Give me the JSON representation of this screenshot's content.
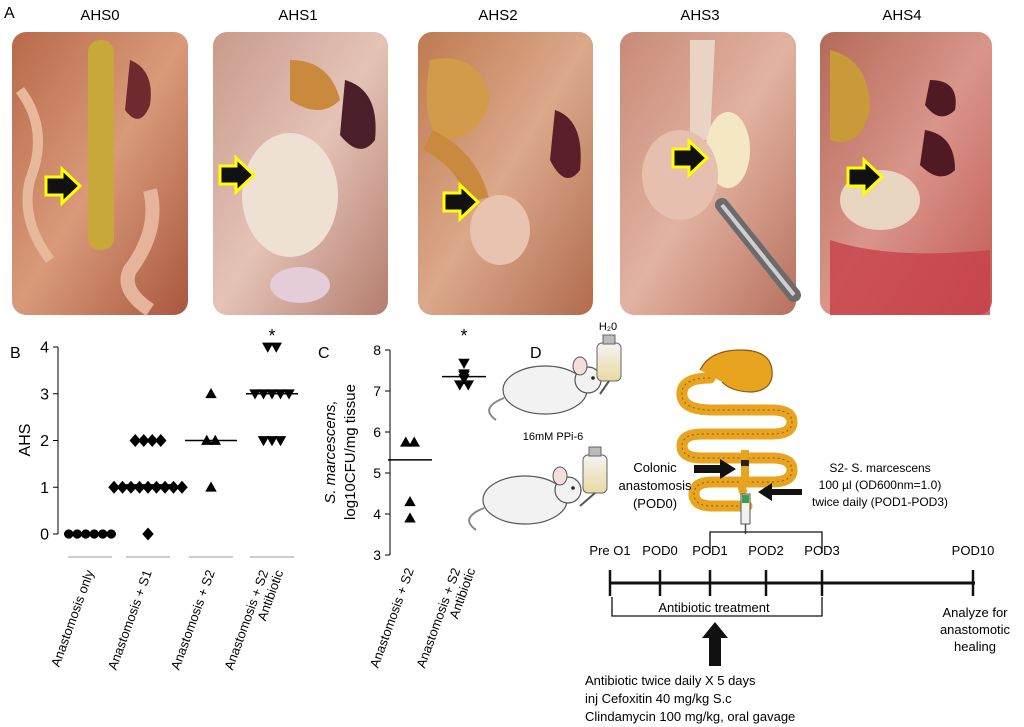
{
  "panel_a": {
    "letter": "A",
    "photos": [
      {
        "title": "AHS0"
      },
      {
        "title": "AHS1"
      },
      {
        "title": "AHS2"
      },
      {
        "title": "AHS3"
      },
      {
        "title": "AHS4"
      }
    ]
  },
  "panel_b": {
    "letter": "B"
  },
  "panel_c": {
    "letter": "C"
  },
  "panel_d": {
    "letter": "D",
    "water_label": "H₂0",
    "drug_label": "16mM PPi-6",
    "surgery_label": [
      "Colonic",
      "anastomosis",
      "(POD0)"
    ],
    "injection_label": [
      "S2- S. marcescens",
      "100 µl (OD600nm=1.0)",
      "twice  daily (POD1-POD3)"
    ],
    "timepoints": [
      "Pre O1",
      "POD0",
      "POD1",
      "POD2",
      "POD3",
      "POD10"
    ],
    "treatment_label": "Antibiotic  treatment",
    "outcome_label": [
      "Analyze for",
      "anastomotic",
      "healing"
    ],
    "antibiotic_notes": [
      "Antibiotic twice daily  X 5 days",
      "inj Cefoxitin 40 mg/kg  S.c",
      "Clindamycin 100 mg/kg, oral gavage"
    ]
  },
  "colors": {
    "gut": "#e8a31f",
    "arrow_fill": "#111111",
    "arrow_outline": "#ffff00",
    "marker": "#000000"
  },
  "chart_data": [
    {
      "panel": "B",
      "type": "scatter",
      "title": "",
      "xlabel": "",
      "ylabel": "AHS",
      "ylim": [
        0,
        4
      ],
      "yticks": [
        0,
        1,
        2,
        3,
        4
      ],
      "categories": [
        "Anastomosis only",
        "Anastomosis + S1",
        "Anastomosis + S2",
        "Anastomosis + S2 Antibiotic"
      ],
      "category_labels": [
        [
          "Anastomosis only"
        ],
        [
          "Anastomosis + S1"
        ],
        [
          "Anastomosis + S2"
        ],
        [
          "Anastomosis + S2",
          "Antibiotic"
        ]
      ],
      "series": [
        {
          "name": "Anastomosis only",
          "marker": "circle",
          "values": [
            0,
            0,
            0,
            0,
            0,
            0
          ],
          "mean": 0
        },
        {
          "name": "Anastomosis + S1",
          "marker": "diamond",
          "values": [
            2,
            2,
            2,
            2,
            1,
            1,
            1,
            1,
            1,
            1,
            1,
            1,
            1,
            0
          ],
          "mean": 1.05
        },
        {
          "name": "Anastomosis + S2",
          "marker": "triangle-up",
          "values": [
            3,
            2,
            2,
            1
          ],
          "mean": 2
        },
        {
          "name": "Anastomosis + S2 Antibiotic",
          "marker": "triangle-down",
          "values": [
            4,
            4,
            3,
            3,
            3,
            3,
            3,
            2,
            2,
            2
          ],
          "mean": 3
        }
      ],
      "annotations": [
        {
          "category": "Anastomosis + S2 Antibiotic",
          "text": "*"
        }
      ]
    },
    {
      "panel": "C",
      "type": "scatter",
      "title": "",
      "xlabel": "",
      "ylabel": [
        "S. marcescens,",
        "log10CFU/mg tissue"
      ],
      "ylim": [
        3,
        8
      ],
      "yticks": [
        3,
        4,
        5,
        6,
        7,
        8
      ],
      "categories": [
        "Anastomosis + S2",
        "Anastomosis + S2 Antibiotic"
      ],
      "category_labels": [
        [
          "Anastomosis + S2"
        ],
        [
          "Anastomosis + S2",
          "Antibiotic"
        ]
      ],
      "series": [
        {
          "name": "Anastomosis + S2",
          "marker": "triangle-up",
          "values": [
            5.75,
            5.75,
            4.3,
            3.9
          ],
          "mean": 5.32
        },
        {
          "name": "Anastomosis + S2 Antibiotic",
          "marker": "triangle-down",
          "values": [
            7.68,
            7.42,
            7.38,
            7.3,
            7.15,
            7.15
          ],
          "mean": 7.35
        }
      ],
      "annotations": [
        {
          "category": "Anastomosis + S2 Antibiotic",
          "text": "*"
        }
      ]
    }
  ]
}
